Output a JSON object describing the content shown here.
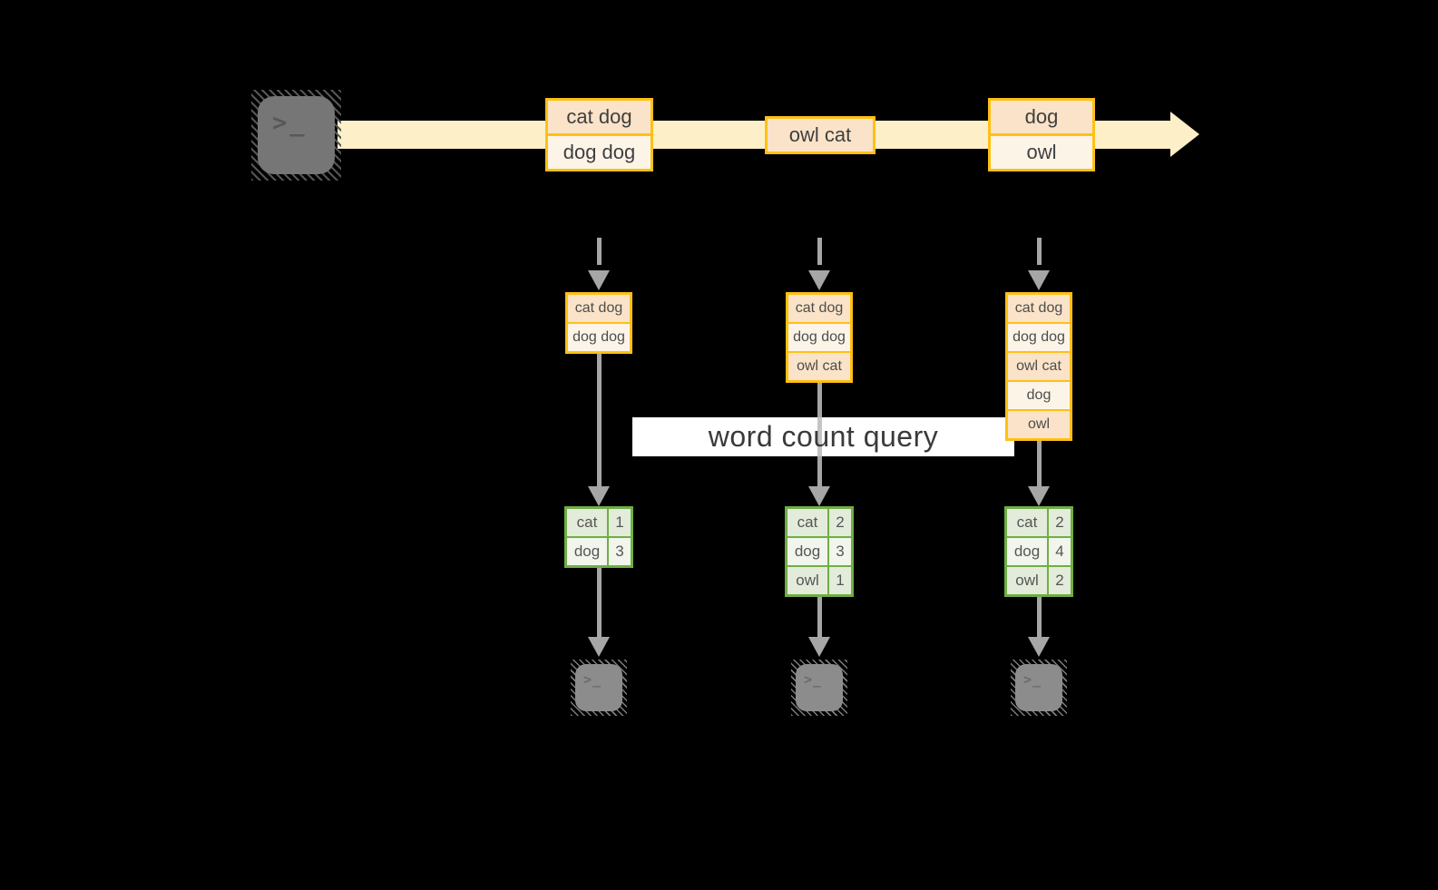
{
  "query_label": "word count query",
  "icons": {
    "source_terminal_glyph": ">_",
    "sink_terminal_glyph": ">_"
  },
  "stream": {
    "boxes": [
      {
        "rows": [
          "cat dog",
          "dog dog"
        ]
      },
      {
        "rows": [
          "owl cat"
        ]
      },
      {
        "rows": [
          "dog",
          "owl"
        ]
      }
    ]
  },
  "columns": [
    {
      "state_rows": [
        "cat dog",
        "dog dog"
      ],
      "result_table": {
        "rows": [
          [
            "cat",
            "1"
          ],
          [
            "dog",
            "3"
          ]
        ]
      }
    },
    {
      "state_rows": [
        "cat dog",
        "dog dog",
        "owl cat"
      ],
      "result_table": {
        "rows": [
          [
            "cat",
            "2"
          ],
          [
            "dog",
            "3"
          ],
          [
            "owl",
            "1"
          ]
        ]
      }
    },
    {
      "state_rows": [
        "cat dog",
        "dog dog",
        "owl cat",
        "dog",
        "owl"
      ],
      "result_table": {
        "rows": [
          [
            "cat",
            "2"
          ],
          [
            "dog",
            "4"
          ],
          [
            "owl",
            "2"
          ]
        ]
      }
    }
  ],
  "colors": {
    "background": "#000000",
    "stream_band": "#FDEFC8",
    "accent_gold": "#FFC013",
    "row_peach": "#FAE3C8",
    "row_cream": "#FDF4E8",
    "green_border": "#6FAE45",
    "green_row_dark": "#E3EBDA",
    "green_row_light": "#F1F5EC",
    "arrow_gray": "#A6A6A6",
    "query_box_bg": "#FFFFFF",
    "terminal_gray": "#767676",
    "sink_terminal_gray": "#8C8C8C"
  }
}
